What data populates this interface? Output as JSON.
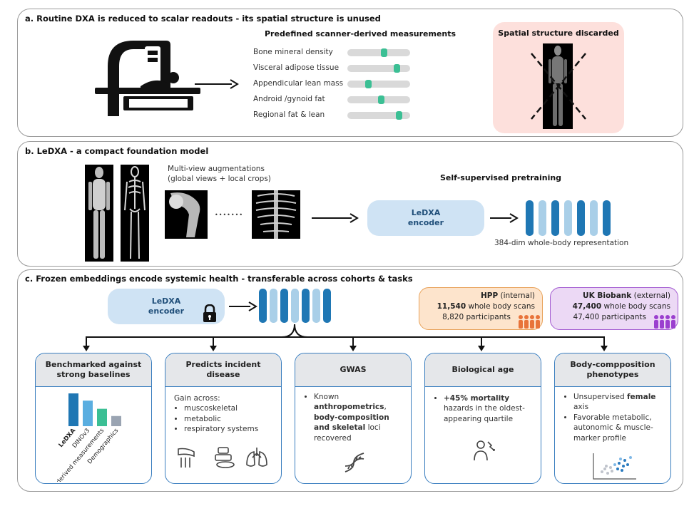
{
  "panel_a": {
    "title": "a. Routine DXA is reduced to scalar readouts - its spatial structure is unused",
    "measurements_title": "Predefined scanner-derived measurements",
    "measurements": [
      {
        "label": "Bone mineral density",
        "level": 0.59
      },
      {
        "label": "Visceral adipose tissue",
        "level": 0.79
      },
      {
        "label": "Appendicular lean mass",
        "level": 0.33
      },
      {
        "label": "Android /gynoid fat",
        "level": 0.54
      },
      {
        "label": "Regional fat & lean",
        "level": 0.82
      }
    ],
    "discard_title": "Spatial structure discarded"
  },
  "panel_b": {
    "title": "b. LeDXA - a compact foundation model",
    "aug_line1": "Multi-view augmentations",
    "aug_line2": "(global views + local crops)",
    "ellipsis": "•••••••",
    "pretrain_label": "Self-supervised pretraining",
    "encoder_line1": "LeDXA",
    "encoder_line2": "encoder",
    "repr_label": "384-dim whole-body representation"
  },
  "panel_c": {
    "title": "c. Frozen embeddings encode systemic health - transferable across cohorts & tasks",
    "encoder_line1": "LeDXA",
    "encoder_line2": "encoder",
    "hpp": {
      "name": "HPP",
      "tag": "(internal)",
      "scans_num": "11,540",
      "scans_text": "whole body scans",
      "participants": "8,820 participants"
    },
    "ukb": {
      "name": "UK Biobank",
      "tag": "(external)",
      "scans_num": "47,400",
      "scans_text": "whole body scans",
      "participants": "47,400 participants"
    },
    "cards": {
      "benchmark": {
        "title1": "Benchmarked against",
        "title2": "strong baselines",
        "bars": [
          {
            "label": "LeDXA",
            "value": 1.0,
            "color": "#1f77b4"
          },
          {
            "label": "DINOv3",
            "value": 0.78,
            "color": "#5aaee0"
          },
          {
            "label": "Scanner-derived measurements",
            "value": 0.53,
            "color": "#3bbf94"
          },
          {
            "label": "Demographics",
            "value": 0.31,
            "color": "#9aa4b2"
          }
        ]
      },
      "disease": {
        "title1": "Predicts incident",
        "title2": "disease",
        "intro": "Gain across:",
        "items": [
          "muscoskeletal",
          "metabolic",
          "respiratory systems"
        ]
      },
      "gwas": {
        "title": "GWAS",
        "t1": "Known",
        "t2": "anthropometrics",
        "t3": ",",
        "t4": "body-composition",
        "t5": "and skeletal",
        "t6": "loci",
        "t7": "recovered"
      },
      "bioage": {
        "title": "Biological age",
        "bold": "+45% mortality",
        "rest": "hazards in the oldest-appearing quartile"
      },
      "phenotypes": {
        "title1": "Body-compposition",
        "title2": "phenotypes",
        "i1a": "Unsupervised",
        "i1b": "female",
        "i1c": "axis",
        "i2": "Favorable metabolic, autonomic & muscle-marker profile"
      }
    }
  },
  "colors": {
    "accent": "#1f77b4",
    "light_blue": "#a9cfe8",
    "green": "#3bbf94",
    "hpp_bg": "#fde4cc",
    "hpp_border": "#e8a25a",
    "ukb_bg": "#ecd9f5",
    "ukb_border": "#a35bd1",
    "discard_bg": "#fde0dc"
  }
}
